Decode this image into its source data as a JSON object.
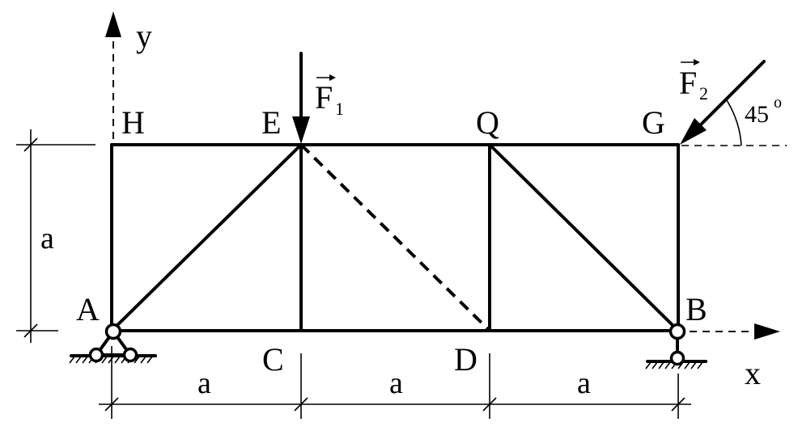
{
  "nodes": {
    "A": "A",
    "B": "B",
    "C": "C",
    "D": "D",
    "E": "E",
    "G": "G",
    "H": "H",
    "Q": "Q"
  },
  "axes": {
    "x": "x",
    "y": "y"
  },
  "forces": {
    "f1": {
      "symbol": "F",
      "subscript": "1"
    },
    "f2": {
      "symbol": "F",
      "subscript": "2",
      "angle_value": "45",
      "angle_unit": "o"
    }
  },
  "dimensions": {
    "height": "a",
    "span_ac": "a",
    "span_cd": "a",
    "span_db": "a"
  }
}
